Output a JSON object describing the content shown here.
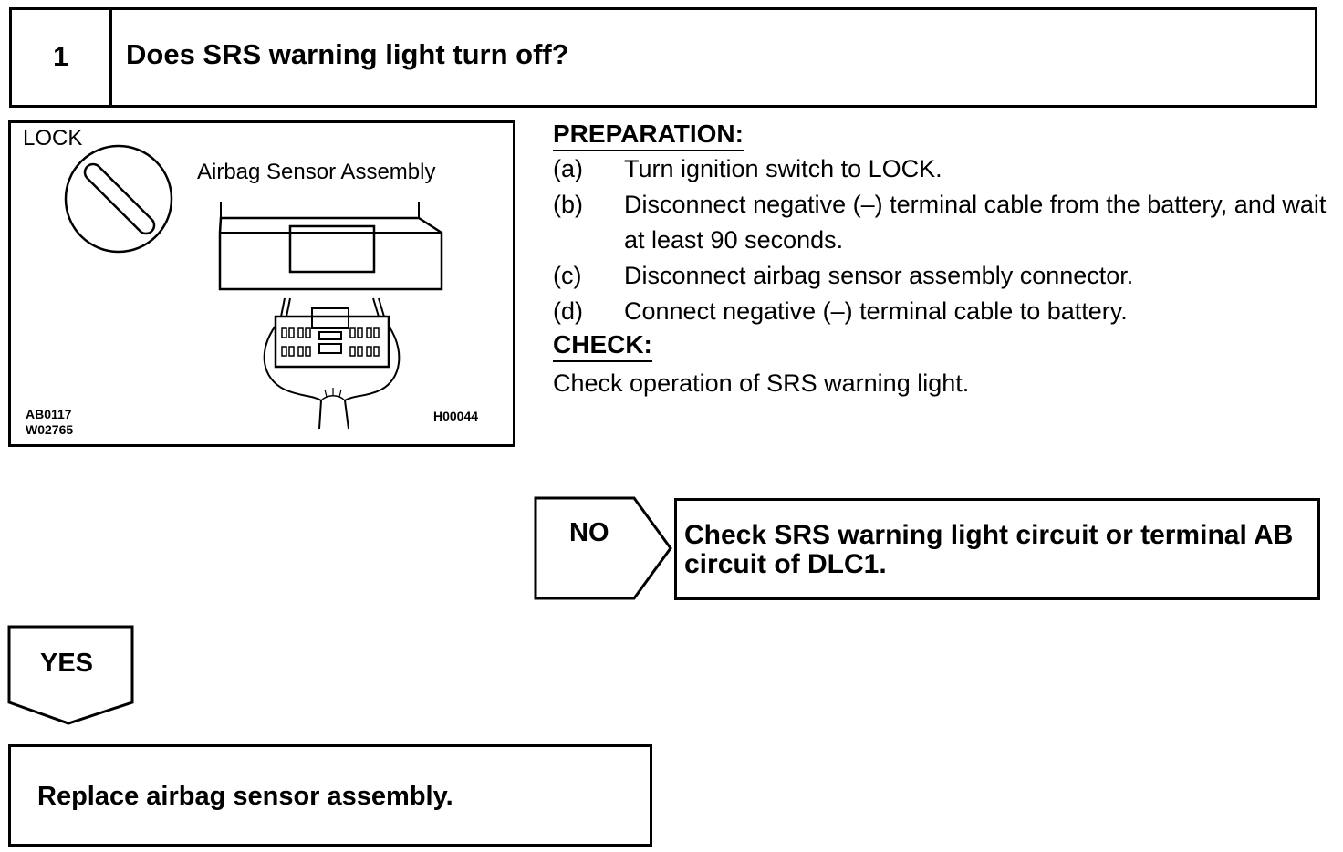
{
  "step": {
    "number": "1",
    "question": "Does SRS warning light turn off?"
  },
  "figure": {
    "lock_label": "LOCK",
    "component_label": "Airbag Sensor Assembly",
    "code_left_1": "AB0117",
    "code_left_2": "W02765",
    "code_right": "H00044"
  },
  "preparation": {
    "heading": "PREPARATION:",
    "steps": [
      {
        "letter": "(a)",
        "text": "Turn ignition switch to LOCK."
      },
      {
        "letter": "(b)",
        "text": "Disconnect negative (–) terminal cable from the battery, and wait at least 90 seconds."
      },
      {
        "letter": "(c)",
        "text": "Disconnect airbag sensor assembly connector."
      },
      {
        "letter": "(d)",
        "text": "Connect negative (–) terminal cable to battery."
      }
    ]
  },
  "check": {
    "heading": "CHECK:",
    "text": "Check operation of SRS warning light."
  },
  "flow": {
    "no_label": "NO",
    "no_result": "Check SRS warning light circuit or terminal AB circuit of DLC1.",
    "yes_label": "YES",
    "yes_result": "Replace airbag sensor assembly."
  }
}
